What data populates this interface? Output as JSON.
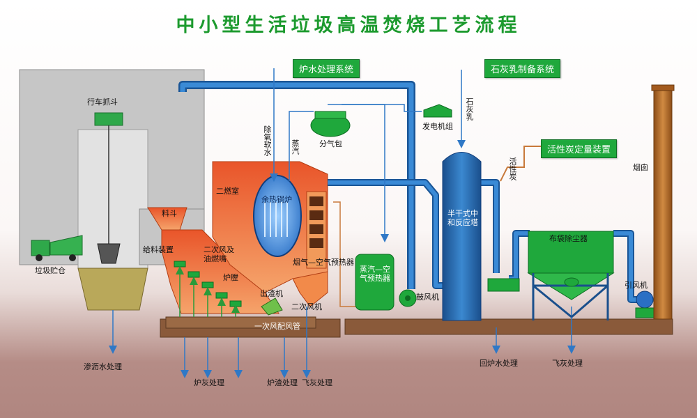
{
  "title": "中小型生活垃圾高温焚烧工艺流程",
  "boxes": {
    "boiler_water": "炉水处理系统",
    "lime_milk": "石灰乳制备系统",
    "activated_carbon": "活性炭定量装置"
  },
  "labels": {
    "crane_grab": "行车抓斗",
    "refuse_pit": "垃圾贮仓",
    "leachate": "渗沥水处理",
    "hopper": "料斗",
    "feeder": "给料装置",
    "second_air_oil_burner": "二次风及\n油燃嘴",
    "furnace": "炉膛",
    "slag_remover": "出渣机",
    "secondary_fan": "二次风机",
    "primary_air_duct": "一次风配风管",
    "ash_treatment": "炉灰处理",
    "slag_treatment": "炉渣处理",
    "fly_ash_treatment_1": "飞灰处理",
    "second_chamber": "二燃室",
    "waste_heat_boiler": "余热锅炉",
    "flue_gas_air_preheater": "烟气—空气预热器",
    "deaerated_water": "除氧软水",
    "steam": "蒸汽",
    "steam_drum": "分气包",
    "generator_set": "发电机组",
    "lime_milk_short": "石灰乳",
    "activated_carbon_short": "活性炭",
    "steam_air_preheater": "蒸汽—空气预热器",
    "blower": "鼓风机",
    "semi_dry_tower": "半干式中和反应塔",
    "bag_filter": "布袋除尘器",
    "induced_fan": "引风机",
    "chimney": "烟囱",
    "return_water": "回炉水处理",
    "fly_ash_treatment_2": "飞灰处理"
  },
  "colors": {
    "title": "#1c9a2e",
    "pipe": "#2f78c6",
    "furnace": "#ef6c2e",
    "equipment_green": "#1fa83c",
    "tower": "#1f63a8",
    "chimney": "#b86a26"
  },
  "icons": [
    "truck-icon",
    "grab-bucket-icon",
    "fan-icon"
  ]
}
